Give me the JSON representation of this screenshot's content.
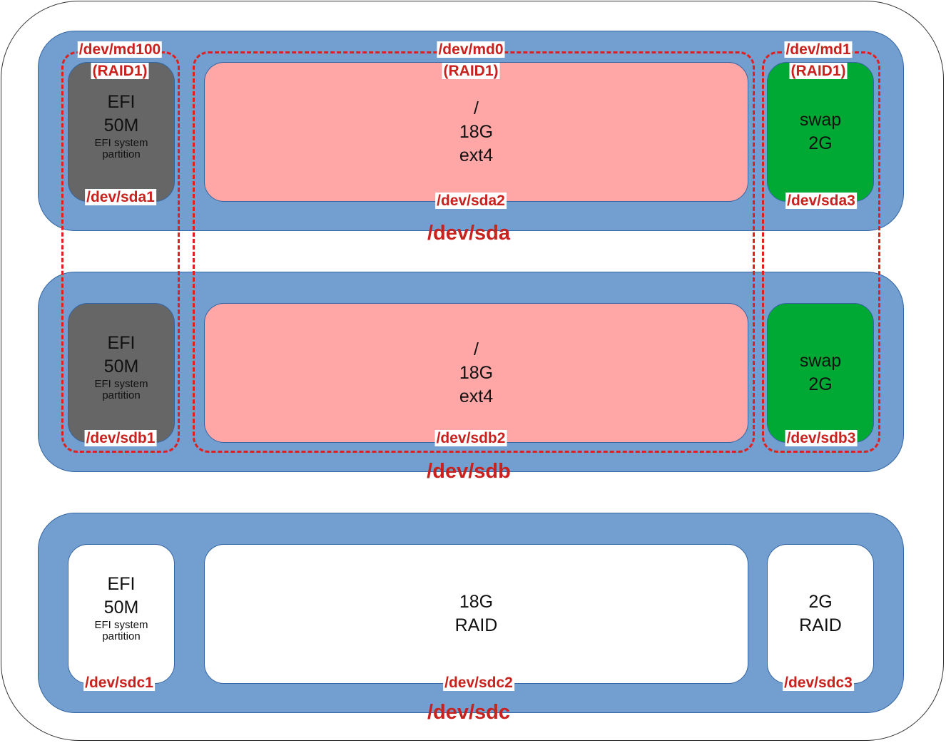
{
  "colors": {
    "disk_fill": "#729fcf",
    "efi_fill": "#666666",
    "root_fill": "#ffa6a6",
    "swap_fill": "#00a933",
    "unused_fill": "#ffffff",
    "label_red": "#c9211e"
  },
  "disks": {
    "sda": {
      "name": "/dev/sda",
      "p1": {
        "device": "/dev/sda1",
        "line1": "EFI",
        "line2": "50M",
        "note1": "EFI system",
        "note2": "partition"
      },
      "p2": {
        "device": "/dev/sda2",
        "line1": "/",
        "line2": "18G",
        "line3": "ext4"
      },
      "p3": {
        "device": "/dev/sda3",
        "line1": "swap",
        "line2": "2G"
      }
    },
    "sdb": {
      "name": "/dev/sdb",
      "p1": {
        "device": "/dev/sdb1",
        "line1": "EFI",
        "line2": "50M",
        "note1": "EFI system",
        "note2": "partition"
      },
      "p2": {
        "device": "/dev/sdb2",
        "line1": "/",
        "line2": "18G",
        "line3": "ext4"
      },
      "p3": {
        "device": "/dev/sdb3",
        "line1": "swap",
        "line2": "2G"
      }
    },
    "sdc": {
      "name": "/dev/sdc",
      "p1": {
        "device": "/dev/sdc1",
        "line1": "EFI",
        "line2": "50M",
        "note1": "EFI system",
        "note2": "partition"
      },
      "p2": {
        "device": "/dev/sdc2",
        "line1": "18G",
        "line2": "RAID"
      },
      "p3": {
        "device": "/dev/sdc3",
        "line1": "2G",
        "line2": "RAID"
      }
    }
  },
  "raids": {
    "md100": {
      "device": "/dev/md100",
      "level": "(RAID1)"
    },
    "md0": {
      "device": "/dev/md0",
      "level": "(RAID1)"
    },
    "md1": {
      "device": "/dev/md1",
      "level": "(RAID1)"
    }
  }
}
